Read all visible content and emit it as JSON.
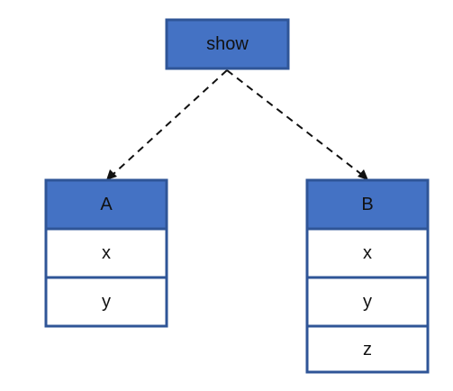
{
  "root": {
    "label": "show"
  },
  "nodes": [
    {
      "id": "A",
      "header": "A",
      "fields": [
        "x",
        "y"
      ]
    },
    {
      "id": "B",
      "header": "B",
      "fields": [
        "x",
        "y",
        "z"
      ]
    }
  ],
  "edges": [
    {
      "from": "root",
      "to": "A",
      "style": "dashed-arrow"
    },
    {
      "from": "root",
      "to": "B",
      "style": "dashed-arrow"
    }
  ],
  "colors": {
    "header_fill": "#4472c4",
    "border": "#2f5597",
    "cell_fill": "#ffffff",
    "edge": "#111111"
  }
}
